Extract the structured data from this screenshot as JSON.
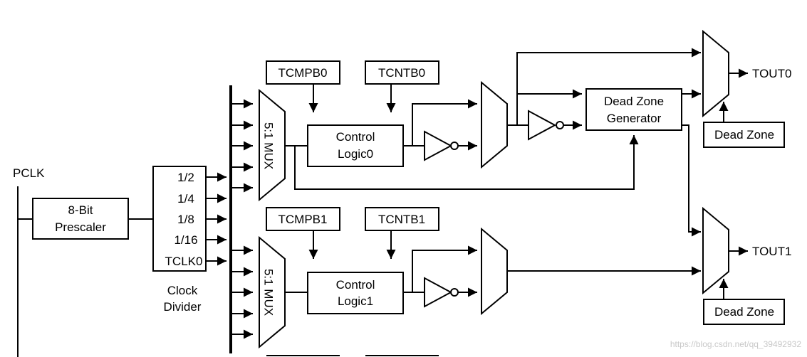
{
  "signals": {
    "pclk": "PCLK",
    "tout0": "TOUT0",
    "tout1": "TOUT1"
  },
  "prescaler": {
    "line1": "8-Bit",
    "line2": "Prescaler"
  },
  "clock_divider": {
    "outputs": [
      "1/2",
      "1/4",
      "1/8",
      "1/16",
      "TCLK0"
    ],
    "caption_line1": "Clock",
    "caption_line2": "Divider"
  },
  "mux_label": "5:1 MUX",
  "registers": {
    "tcmpb0": "TCMPB0",
    "tcntb0": "TCNTB0",
    "tcmpb1": "TCMPB1",
    "tcntb1": "TCNTB1"
  },
  "control_logic0": {
    "line1": "Control",
    "line2": "Logic0"
  },
  "control_logic1": {
    "line1": "Control",
    "line2": "Logic1"
  },
  "dead_zone_generator": {
    "line1": "Dead Zone",
    "line2": "Generator"
  },
  "dead_zone_label": "Dead Zone",
  "watermark": "https://blog.csdn.net/qq_39492932"
}
